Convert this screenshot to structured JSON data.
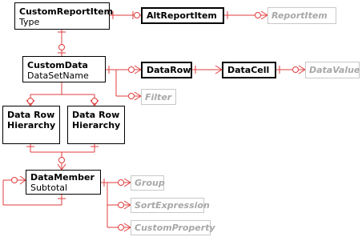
{
  "nodes": {
    "custom_report_item": {
      "title": "CustomReportItem",
      "subtitle": "Type"
    },
    "alt_report_item": {
      "title": "AltReportItem"
    },
    "report_item": {
      "title": "ReportItem"
    },
    "custom_data": {
      "title": "CustomData",
      "subtitle": "DataSetName"
    },
    "data_row": {
      "title": "DataRow"
    },
    "data_cell": {
      "title": "DataCell"
    },
    "data_value": {
      "title": "DataValue"
    },
    "filter": {
      "title": "Filter"
    },
    "data_row_hierarchy_1": {
      "title": "Data Row Hierarchy"
    },
    "data_row_hierarchy_2": {
      "title": "Data Row Hierarchy"
    },
    "data_member": {
      "title": "DataMember",
      "subtitle": "Subtotal"
    },
    "group": {
      "title": "Group"
    },
    "sort_expression": {
      "title": "SortExpression"
    },
    "custom_property": {
      "title": "CustomProperty"
    }
  },
  "colors": {
    "connector": "#e03c3c",
    "ghost_text": "#a8a8a8",
    "ghost_border": "#c8c8c8"
  }
}
